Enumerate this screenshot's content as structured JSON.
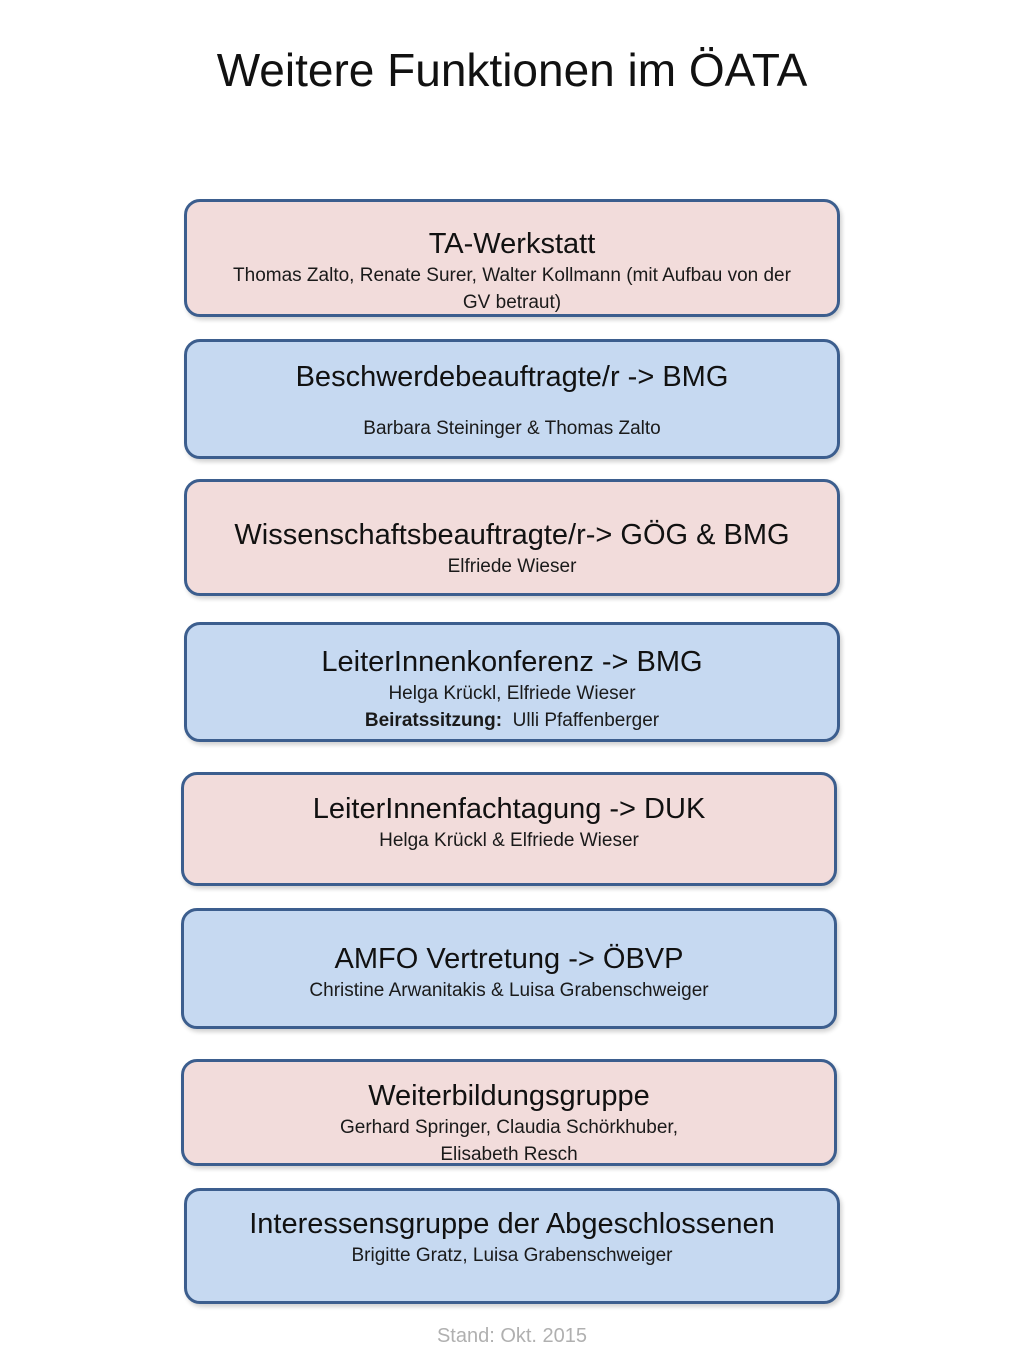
{
  "title": "Weitere Funktionen im ÖATA",
  "boxes": [
    {
      "heading": "TA-Werkstatt",
      "lines": [
        "Thomas Zalto, Renate Surer, Walter Kollmann (mit Aufbau von der",
        "GV betraut)"
      ],
      "color": "#f2dcdb"
    },
    {
      "heading": "Beschwerdebeauftragte/r -> BMG",
      "lines": [
        "Barbara Steininger & Thomas Zalto"
      ],
      "color": "#c6d9f1"
    },
    {
      "heading": "Wissenschaftsbeauftragte/r-> GÖG & BMG",
      "lines": [
        "Elfriede Wieser"
      ],
      "color": "#f2dcdb"
    },
    {
      "heading": "LeiterInnenkonferenz -> BMG",
      "lines": [
        "Helga Krückl, Elfriede Wieser"
      ],
      "extra_label": "Beiratssitzung:",
      "extra_value": "Ulli Pfaffenberger",
      "color": "#c6d9f1"
    },
    {
      "heading": "LeiterInnenfachtagung -> DUK",
      "lines": [
        "Helga Krückl & Elfriede Wieser"
      ],
      "color": "#f2dcdb"
    },
    {
      "heading": "AMFO Vertretung -> ÖBVP",
      "lines": [
        "Christine Arwanitakis & Luisa Grabenschweiger"
      ],
      "color": "#c6d9f1"
    },
    {
      "heading": "Weiterbildungsgruppe",
      "lines": [
        "Gerhard Springer, Claudia Schörkhuber,",
        "Elisabeth Resch"
      ],
      "color": "#f2dcdb"
    },
    {
      "heading": "Interessensgruppe der Abgeschlossenen",
      "lines": [
        "Brigitte Gratz, Luisa Grabenschweiger"
      ],
      "color": "#c6d9f1"
    }
  ],
  "footer": "Stand: Okt. 2015"
}
